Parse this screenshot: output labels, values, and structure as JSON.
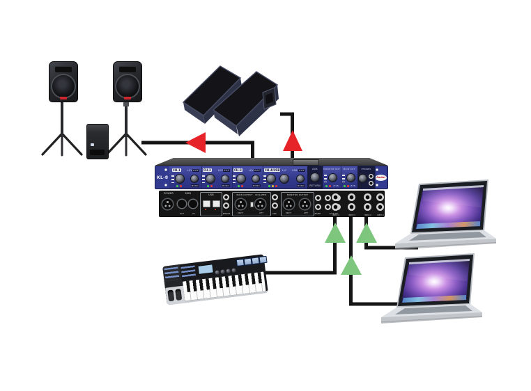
{
  "diagram": {
    "background": "#ffffff",
    "cable_color": "#151515",
    "output_arrow_color": "#e62329",
    "input_arrow_color": "#7ec57d"
  },
  "mixer": {
    "model_label": "KL-8",
    "brand_label": "Radial",
    "front_panel": {
      "channels": [
        {
          "badge": "CH-1",
          "level_label": "LEVEL",
          "aux_label": "AUX",
          "mono_label": "MONO"
        },
        {
          "badge": "CH-2",
          "level_label": "LEVEL",
          "aux_label": "AUX",
          "mono_label": "MONO"
        },
        {
          "badge": "CH-3",
          "level_label": "LEVEL",
          "aux_label": "AUX",
          "mono_label": "MONO"
        },
        {
          "badge": "CH-4/USB",
          "quarter_label": "1/4\"",
          "usb_label": "USB",
          "aux_label": "AUX",
          "mono_label": "MONO"
        }
      ],
      "aux_return_top": "AUX",
      "aux_return_bottom": "RETURN",
      "monitor_out_label": "MONITOR OUT",
      "main_out_label": "MAIN OUT",
      "phones_label": "PHONES",
      "level_label": "LEVEL"
    },
    "rear_panel": {
      "power_label": "POWER",
      "midi_label": "MIDI",
      "midi_out_label": "OUT",
      "midi_in_label": "IN",
      "usb_label": "USB",
      "remote_label": "REMOTE",
      "main_output_label": "MAIN OUTPUT - ISOLATED",
      "monitor_output_label": "MONITOR OUTPUT",
      "right_label": "RIGHT",
      "left_label": "LEFT",
      "link_label": "LINK",
      "insert_label": "INSERT",
      "auxiliary_label": "AUXILIARY",
      "input_labels": [
        "INPUT-4",
        "INPUT-3",
        "INPUT-2",
        "INPUT-1"
      ]
    }
  },
  "devices": {
    "pa_speakers": "pa-speakers-on-stands",
    "subwoofer": "subwoofer",
    "stage_monitors": "wedge-stage-monitors",
    "mixer": "rack-mixer",
    "midi_keyboard": "midi-keyboard-controller",
    "laptop_1": "laptop",
    "laptop_2": "laptop"
  }
}
